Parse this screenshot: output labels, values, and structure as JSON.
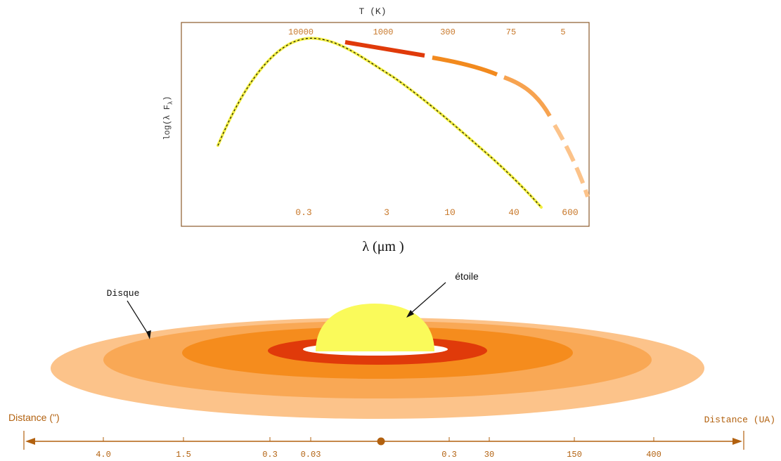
{
  "sed": {
    "top_axis_title": "T (K)",
    "top_ticks": [
      "10000",
      "1000",
      "300",
      "75",
      "5"
    ],
    "bottom_ticks": [
      "0.3",
      "3",
      "10",
      "40",
      "600"
    ],
    "ylabel": "log(λ Fλ)",
    "ylabel_main": "log(λ F",
    "ylabel_sub": "λ",
    "ylabel_close": ")",
    "xlabel": "λ (μm )"
  },
  "disk": {
    "disk_label": "Disque",
    "star_label": "étoile"
  },
  "distance_axis": {
    "left_title": "Distance (\")",
    "right_title": "Distance (UA)",
    "left_ticks": [
      "4.0",
      "1.5",
      "0.3",
      "0.03"
    ],
    "right_ticks": [
      "0.3",
      "30",
      "150",
      "400"
    ]
  },
  "colors": {
    "frame": "#8b5a2b",
    "tick_text": "#c8782a",
    "blackbody_fill": "#f4f043",
    "red": "#e03a0a",
    "dark_orange": "#f28a1e",
    "orange": "#f7a350",
    "light_orange": "#fcc38a",
    "star": "#fafa5a",
    "axis": "#b2610f"
  }
}
